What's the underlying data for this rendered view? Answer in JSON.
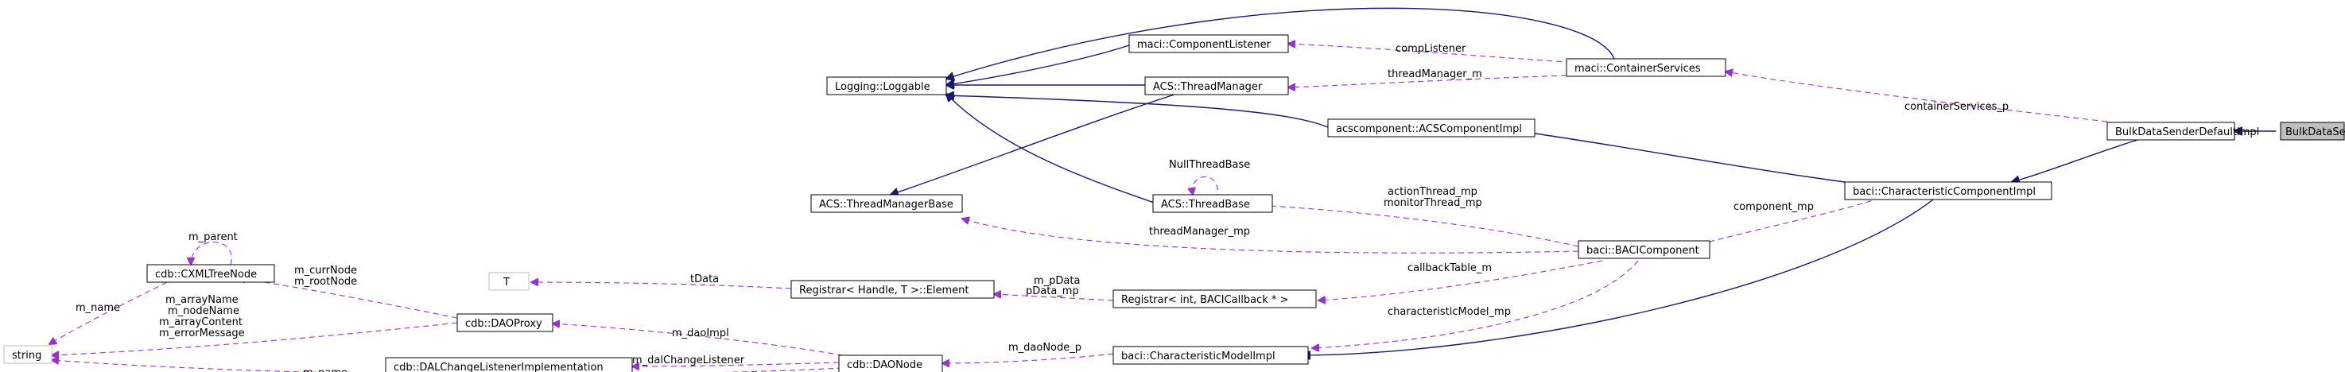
{
  "diagram": {
    "nodes": {
      "focus": "BulkDataSenderNotifImpl",
      "sender_default": "BulkDataSenderDefaultImpl",
      "characteristic_component": "baci::CharacteristicComponentImpl",
      "container_services": "maci::ContainerServices",
      "component_listener": "maci::ComponentListener",
      "acs_component": "acscomponent::ACSComponentImpl",
      "loggable": "Logging::Loggable",
      "thread_manager": "ACS::ThreadManager",
      "thread_manager_base": "ACS::ThreadManagerBase",
      "thread_base": "ACS::ThreadBase",
      "baci_component": "baci::BACIComponent",
      "registrar_int": "Registrar< int, BACICallback * >",
      "registrar_handle": "Registrar< Handle, T >::Element",
      "t_param": "T",
      "characteristic_model": "baci::CharacteristicModelImpl",
      "dao_node": "cdb::DAONode",
      "dao_proxy": "cdb::DAOProxy",
      "dal_listener": "cdb::DALChangeListenerImplementation",
      "xml_tree_node": "cdb::CXMLTreeNode",
      "string": "string"
    },
    "edge_labels": {
      "container_services_p": "containerServices_p",
      "comp_listener": "compListener",
      "thread_manager_m": "threadManager_m",
      "component_mp": "component_mp",
      "action_thread": "actionThread_mp",
      "monitor_thread": "monitorThread_mp",
      "null_thread_base": "NullThreadBase",
      "thread_manager_mp": "threadManager_mp",
      "callback_table": "callbackTable_m",
      "characteristic_model_mp": "characteristicModel_mp",
      "m_pdata": "m_pData",
      "pdata_mp": "pData_mp",
      "tdata": "tData",
      "m_dao_node_p": "m_daoNode_p",
      "m_dao_impl": "m_daoImpl",
      "m_dal_change_listener": "m_dalChangeListener",
      "m_name_dao": "m_name",
      "m_curr_node": "m_currNode",
      "m_root_node": "m_rootNode",
      "m_parent": "m_parent",
      "m_name_xml": "m_name",
      "m_array_name": "m_arrayName",
      "m_node_name": "m_nodeName",
      "m_array_content": "m_arrayContent",
      "m_error_message": "m_errorMessage"
    }
  }
}
